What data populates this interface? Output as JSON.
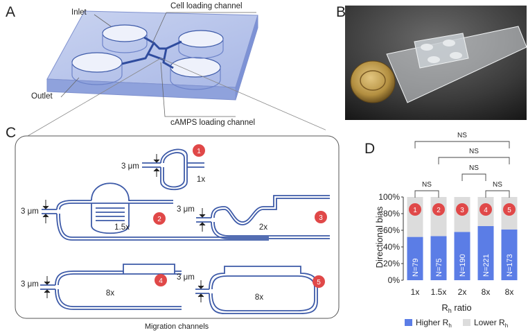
{
  "panels": {
    "a": "A",
    "b": "B",
    "c": "C",
    "d": "D"
  },
  "panel_a": {
    "inlet": "Inlet",
    "outlet": "Outlet",
    "cell_loading": "Cell loading channel",
    "camps_loading": "cAMPS loading channel"
  },
  "panel_c": {
    "caption": "Migration channels",
    "channels": [
      {
        "badge": "1",
        "width": "3 μm",
        "ratio": "1x"
      },
      {
        "badge": "2",
        "width": "3 μm",
        "ratio": "1.5x"
      },
      {
        "badge": "3",
        "width": "3 μm",
        "ratio": "2x"
      },
      {
        "badge": "4",
        "width": "3 μm",
        "ratio": "8x"
      },
      {
        "badge": "5",
        "width": "3 μm",
        "ratio": "8x"
      }
    ]
  },
  "colors": {
    "channel_blue": "#3d5aa8",
    "badge_red": "#e04848",
    "higher_bar": "#5b7de6",
    "lower_bar": "#dcdcdc"
  },
  "chart_data": {
    "type": "bar",
    "stacked": true,
    "ylabel": "Directional bias",
    "xlabel": "R",
    "xlabel_sub": "h",
    "xlabel_suffix": " ratio",
    "yticks": [
      "0%",
      "20%",
      "40%",
      "60%",
      "80%",
      "100%"
    ],
    "ylim": [
      0,
      100
    ],
    "categories": [
      "1x",
      "1.5x",
      "2x",
      "8x",
      "8x"
    ],
    "badges": [
      "1",
      "2",
      "3",
      "4",
      "5"
    ],
    "counts": [
      "N=79",
      "N=75",
      "N=190",
      "N=221",
      "N=173"
    ],
    "series": [
      {
        "name": "Higher R",
        "sub": "h",
        "color": "#5b7de6",
        "values": [
          52,
          53,
          58,
          65,
          61
        ]
      },
      {
        "name": "Lower R",
        "sub": "h",
        "color": "#dcdcdc",
        "values": [
          48,
          47,
          42,
          35,
          39
        ]
      }
    ],
    "significance": [
      "NS",
      "NS",
      "NS",
      "NS",
      "NS"
    ]
  }
}
